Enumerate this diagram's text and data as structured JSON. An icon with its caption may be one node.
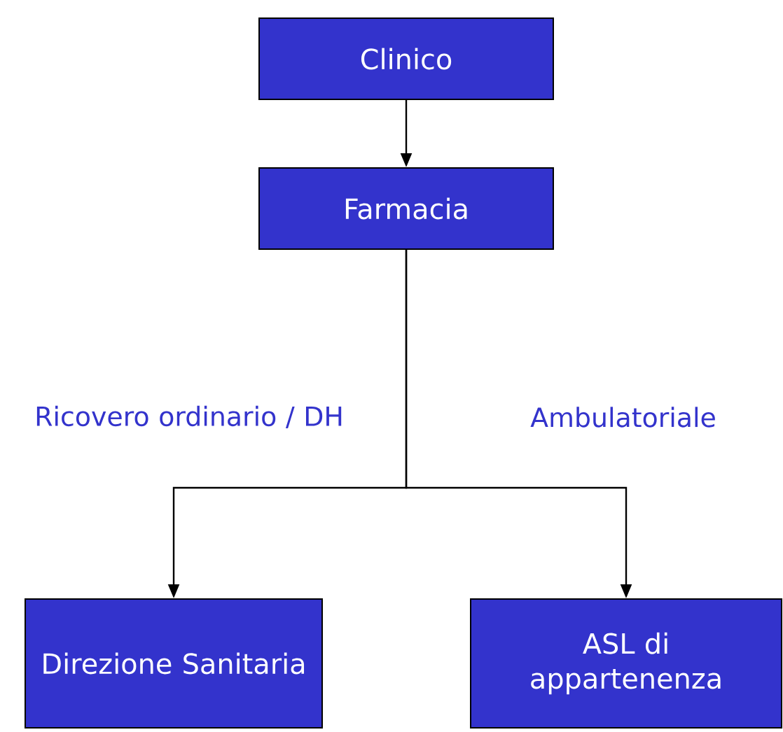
{
  "diagram": {
    "nodes": [
      {
        "text": [
          "Clinico"
        ]
      },
      {
        "text": [
          "Farmacia"
        ]
      },
      {
        "text": [
          "Direzione Sanitaria"
        ]
      },
      {
        "text": [
          "ASL di appartenenza"
        ]
      }
    ],
    "edges": [
      {
        "from": 0,
        "to": 1,
        "arrow": "to"
      },
      {
        "from": 1,
        "to": 2,
        "arrow": "to",
        "label": "Ricovero ordinario / DH"
      },
      {
        "from": 1,
        "to": 3,
        "arrow": "to",
        "label": "Ambulatoriale"
      }
    ]
  }
}
